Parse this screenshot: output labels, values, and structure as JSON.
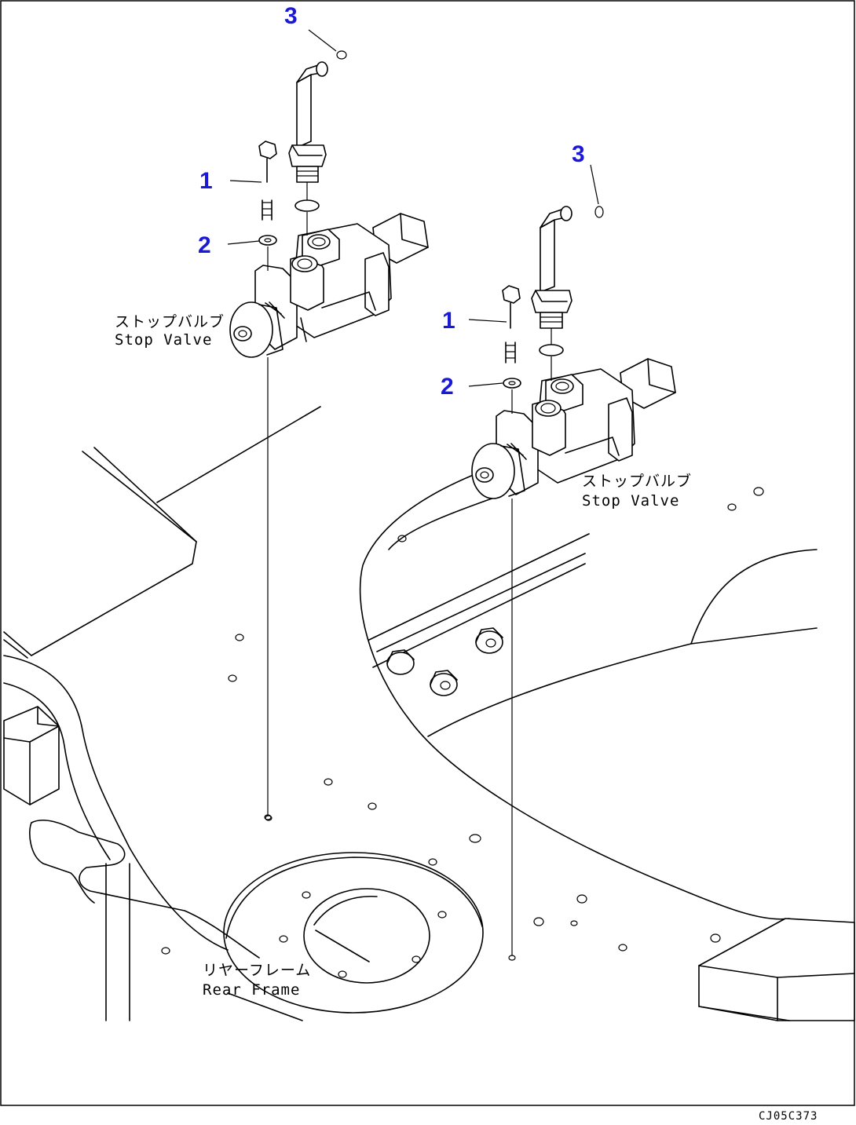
{
  "callouts": {
    "left": {
      "bolt": "1",
      "washer": "2",
      "plug": "3"
    },
    "right": {
      "bolt": "1",
      "washer": "2",
      "plug": "3"
    }
  },
  "labels": {
    "stop_valve_jp": "ストップバルブ",
    "stop_valve_en": "Stop Valve",
    "rear_frame_jp": "リヤーフレーム",
    "rear_frame_en": "Rear Frame"
  },
  "drawing_code": "CJ05C373"
}
